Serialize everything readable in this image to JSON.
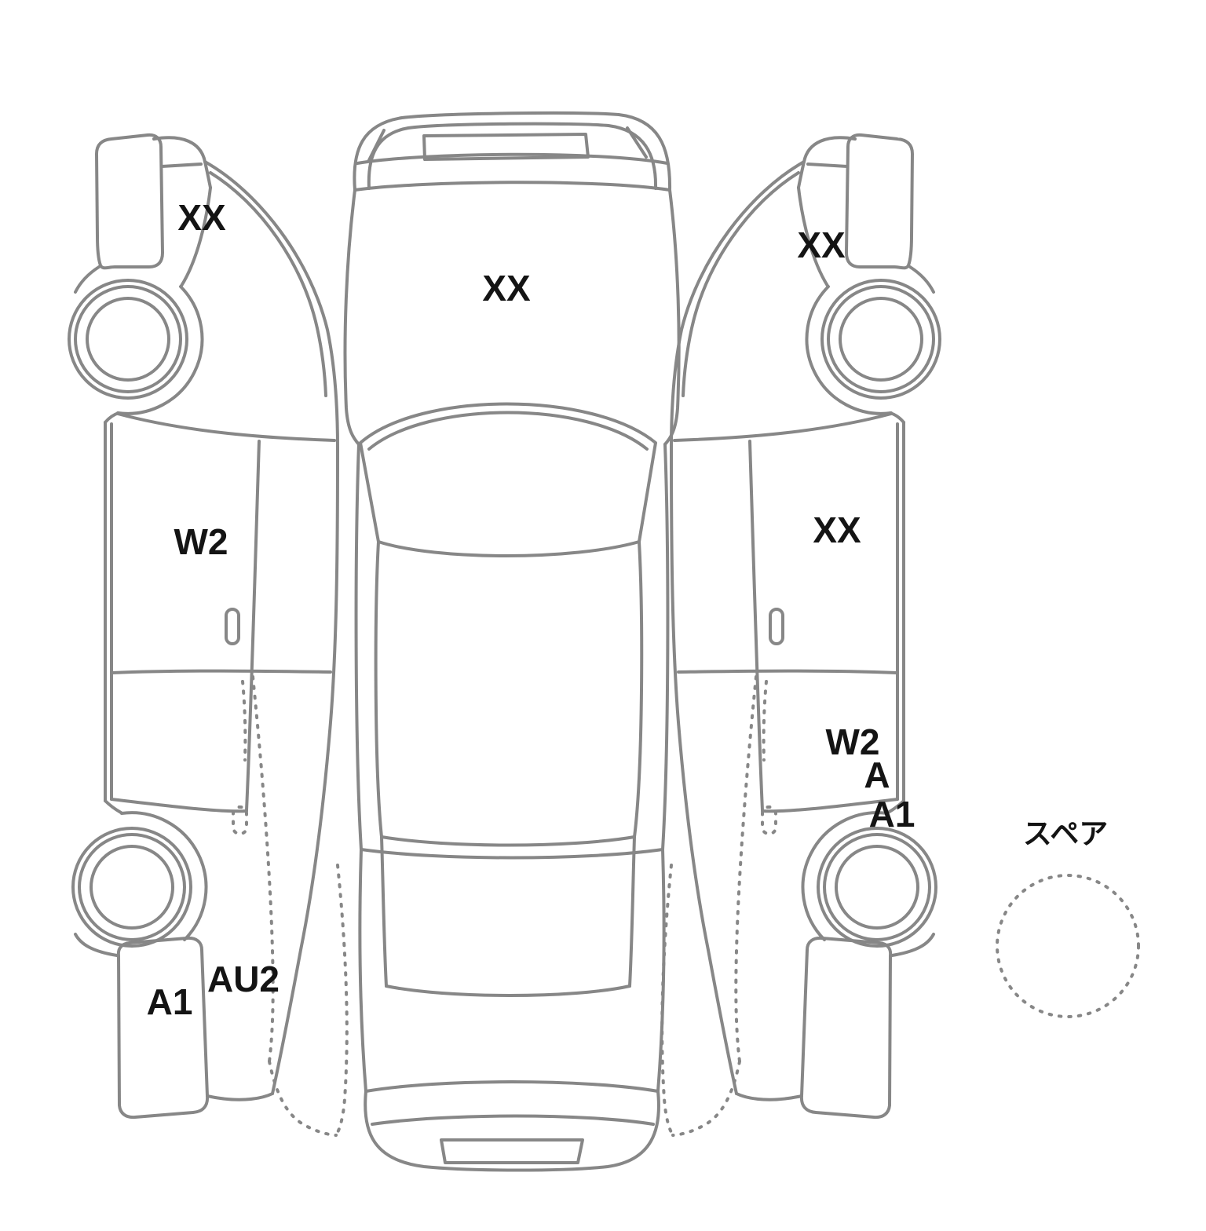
{
  "diagram": {
    "kind": "vehicle-condition-diagram"
  },
  "colors": {
    "line": "#878787",
    "label": "#141414",
    "background": "#ffffff"
  },
  "markers": [
    {
      "code": "XX",
      "location": "left-side-front-fender"
    },
    {
      "code": "XX",
      "location": "hood-top-view"
    },
    {
      "code": "XX",
      "location": "right-side-front-fender"
    },
    {
      "code": "W2",
      "location": "left-side-front-door"
    },
    {
      "code": "XX",
      "location": "right-side-front-door"
    },
    {
      "code": "W2",
      "location": "right-side-rear-door"
    },
    {
      "code": "A",
      "location": "right-side-rear-fender"
    },
    {
      "code": "A1",
      "location": "right-side-rear-wheel-arch"
    },
    {
      "code": "AU2",
      "location": "left-side-rear-fender"
    },
    {
      "code": "A1",
      "location": "left-side-rear-bumper"
    },
    {
      "code": "スペア",
      "location": "spare-tire"
    }
  ]
}
